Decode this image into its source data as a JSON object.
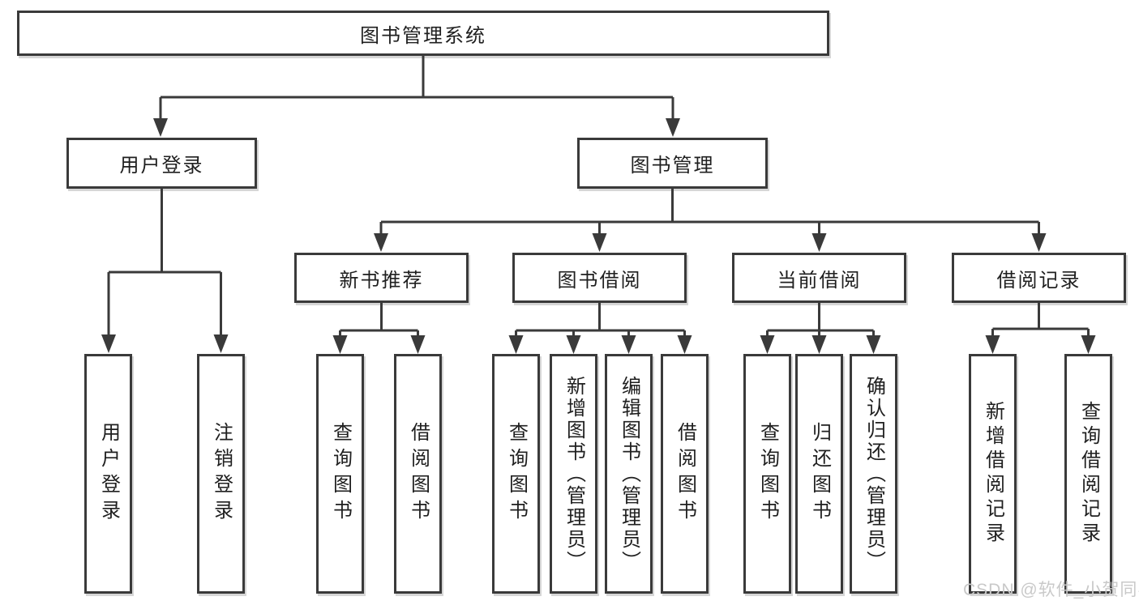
{
  "root": {
    "label": "图书管理系统"
  },
  "level2": [
    {
      "label": "用户登录"
    },
    {
      "label": "图书管理"
    }
  ],
  "level3": [
    {
      "label": "新书推荐"
    },
    {
      "label": "图书借阅"
    },
    {
      "label": "当前借阅"
    },
    {
      "label": "借阅记录"
    }
  ],
  "leaves": [
    {
      "label": "用户登录"
    },
    {
      "label": "注销登录"
    },
    {
      "label": "查询图书"
    },
    {
      "label": "借阅图书"
    },
    {
      "label": "查询图书"
    },
    {
      "label": "新增图书（管理员）"
    },
    {
      "label": "编辑图书（管理员）"
    },
    {
      "label": "借阅图书"
    },
    {
      "label": "查询图书"
    },
    {
      "label": "归还图书"
    },
    {
      "label": "确认归还（管理员）"
    },
    {
      "label": "新增借阅记录"
    },
    {
      "label": "查询借阅记录"
    }
  ],
  "watermark": {
    "text": "CSDN @软件_小贺同学"
  },
  "colors": {
    "line": "#3a3a3a",
    "text": "#1f1f1f",
    "box_background": "#ffffff",
    "watermark": "#c9c9c9",
    "page_background": "#ffffff"
  }
}
